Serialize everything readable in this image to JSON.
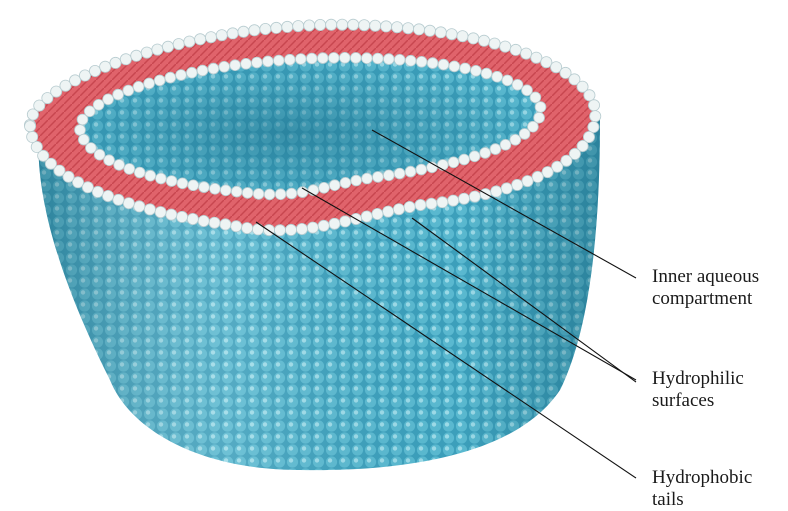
{
  "labels": {
    "inner_aqueous_line1": "Inner aqueous",
    "inner_aqueous_line2": "compartment",
    "hydrophilic_line1": "Hydrophilic",
    "hydrophilic_line2": "surfaces",
    "hydrophobic_line1": "Hydrophobic",
    "hydrophobic_line2": "tails"
  },
  "colors": {
    "outer_surface": "#4aaec6",
    "surface_shadow": "#1d6f8a",
    "head_groups": "#eef4f4",
    "tails_red": "#e0636b",
    "inner_compartment": "#2f8fb0",
    "leader_lines": "#111111"
  }
}
